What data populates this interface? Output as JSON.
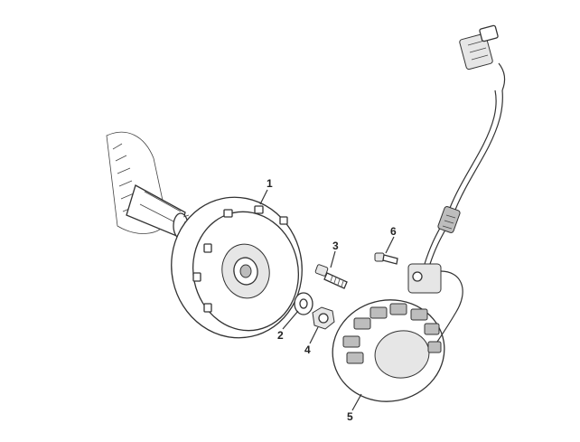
{
  "callouts": [
    {
      "id": "flywheel",
      "text": "1"
    },
    {
      "id": "washer",
      "text": "2"
    },
    {
      "id": "bolt",
      "text": "3"
    },
    {
      "id": "nut",
      "text": "4"
    },
    {
      "id": "stator",
      "text": "5"
    },
    {
      "id": "screw",
      "text": "6"
    }
  ]
}
